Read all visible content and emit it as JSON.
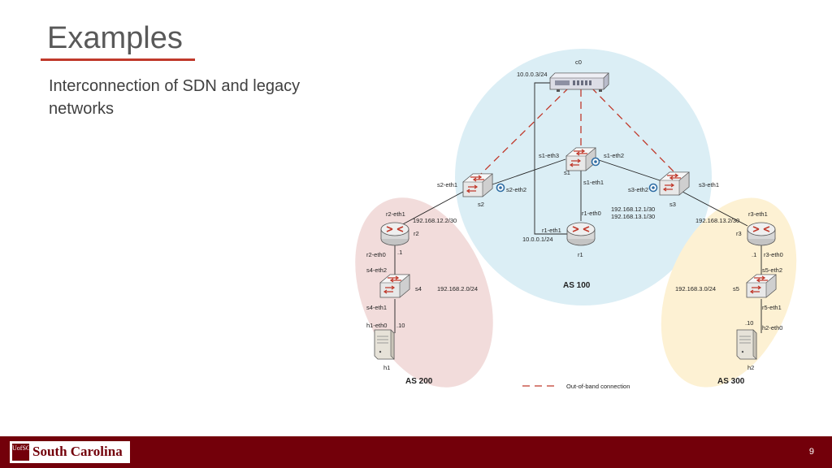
{
  "slide": {
    "title": "Examples",
    "subtitle": "Interconnection of SDN and legacy networks",
    "page_number": "9"
  },
  "branding": {
    "logo_mark": "UofSC",
    "logo_text": "South Carolina",
    "footer_color": "#73000a",
    "accent_color": "#c0392b"
  },
  "diagram": {
    "regions": {
      "as100": "AS 100",
      "as200": "AS 200",
      "as300": "AS 300"
    },
    "labels": {
      "c0": "c0",
      "c0_ip": "10.0.0.3/24",
      "s1": "s1",
      "s1_eth1": "s1-eth1",
      "s1_eth2": "s1-eth2",
      "s1_eth3": "s1-eth3",
      "s2": "s2",
      "s2_eth1": "s2-eth1",
      "s2_eth2": "s2-eth2",
      "s3": "s3",
      "s3_eth1": "s3-eth1",
      "s3_eth2": "s3-eth2",
      "r1": "r1",
      "r1_eth0": "r1-eth0",
      "r1_eth1": "r1-eth1",
      "r1_ip": "10.0.0.1/24",
      "net_12_1": "192.168.12.1/30",
      "net_13_1": "192.168.13.1/30",
      "r2": "r2",
      "r2_eth1": "r2-eth1",
      "r2_eth0": "r2-eth0",
      "net_12_2": "192.168.12.2/30",
      "r2_dot1": ".1",
      "s4": "s4",
      "s4_eth2": "s4-eth2",
      "s4_eth1": "s4-eth1",
      "net_2": "192.168.2.0/24",
      "h1": "h1",
      "h1_eth0": "h1-eth0",
      "h1_dot10": ".10",
      "r3": "r3",
      "r3_eth1": "r3-eth1",
      "r3_eth0": "r3-eth0",
      "net_13_2": "192.168.13.2/30",
      "r3_dot1": ".1",
      "s5": "s5",
      "s5_eth2": "s5-eth2",
      "s5_eth1": "r5-eth1",
      "net_3": "192.168.3.0/24",
      "h2": "h2",
      "h2_eth0": "h2-eth0",
      "h2_dot10": ".10",
      "legend": "Out-of-band connection"
    },
    "colors": {
      "as100_fill": "#dbeef5",
      "as200_fill": "#f2dcdb",
      "as300_fill": "#fdf1d3",
      "oob_line": "#c0392b",
      "link_line": "#222222"
    },
    "icons": {
      "controller": "controller-server-icon",
      "switch": "openflow-switch-icon",
      "router": "router-icon",
      "host": "host-server-icon"
    }
  }
}
